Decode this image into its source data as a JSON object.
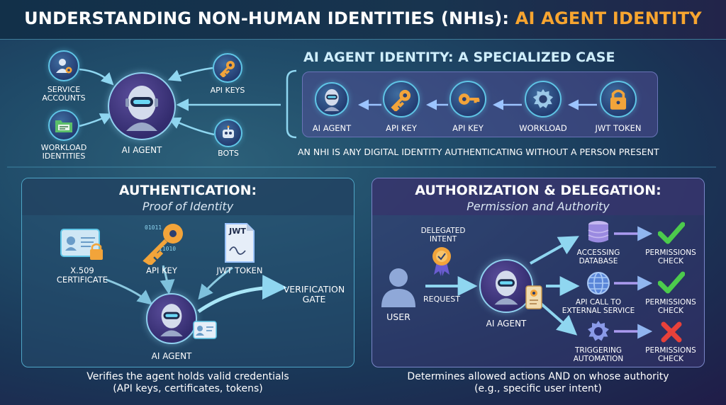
{
  "title": {
    "main": "UNDERSTANDING NON-HUMAN IDENTITIES (NHIs): ",
    "highlight": "AI AGENT IDENTITY"
  },
  "nhi_types": {
    "service_accounts_line1": "SERVICE",
    "service_accounts_line2": "ACCOUNTS",
    "workload_line1": "WORKLOAD",
    "workload_line2": "IDENTITIES",
    "api_keys": "API KEYS",
    "bots": "BOTS",
    "center_label": "AI AGENT"
  },
  "specialized": {
    "title": "AI AGENT IDENTITY: A SPECIALIZED CASE",
    "chain": [
      "AI AGENT",
      "API KEY",
      "API KEY",
      "WORKLOAD",
      "JWT TOKEN"
    ],
    "definition": "AN NHI IS ANY DIGITAL IDENTITY AUTHENTICATING WITHOUT A PERSON PRESENT"
  },
  "authentication": {
    "title": "AUTHENTICATION:",
    "subtitle": "Proof of Identity",
    "cert_line1": "X.509",
    "cert_line2": "CERTIFICATE",
    "api_key": "API KEY",
    "jwt_token": "JWT TOKEN",
    "jwt_badge": "JWT",
    "agent": "AI AGENT",
    "gate_line1": "VERIFICATION",
    "gate_line2": "GATE",
    "footer_line1": "Verifies the agent holds valid credentials",
    "footer_line2": "(API keys, certificates, tokens)"
  },
  "authorization": {
    "title": "AUTHORIZATION & DELEGATION:",
    "subtitle": "Permission and Authority",
    "delegated_line1": "DELEGATED",
    "delegated_line2": "INTENT",
    "user": "USER",
    "request": "REQUEST",
    "agent": "AI AGENT",
    "actions": [
      {
        "line1": "ACCESSING",
        "line2": "DATABASE",
        "check1": "PERMISSIONS",
        "check2": "CHECK",
        "result": "pass"
      },
      {
        "line1": "API CALL TO",
        "line2": "EXTERNAL SERVICE",
        "check1": "PERMISSIONS",
        "check2": "CHECK",
        "result": "pass"
      },
      {
        "line1": "TRIGGERING",
        "line2": "AUTOMATION",
        "check1": "PERMISSIONS",
        "check2": "CHECK",
        "result": "fail"
      }
    ],
    "footer_line1": "Determines allowed actions AND on whose authority",
    "footer_line2": "(e.g., specific user intent)"
  },
  "colors": {
    "accent": "#f7a530",
    "cyan": "#5fc5e6",
    "pass": "#4ccb4c",
    "fail": "#e8413a",
    "key": "#f2a43a"
  }
}
